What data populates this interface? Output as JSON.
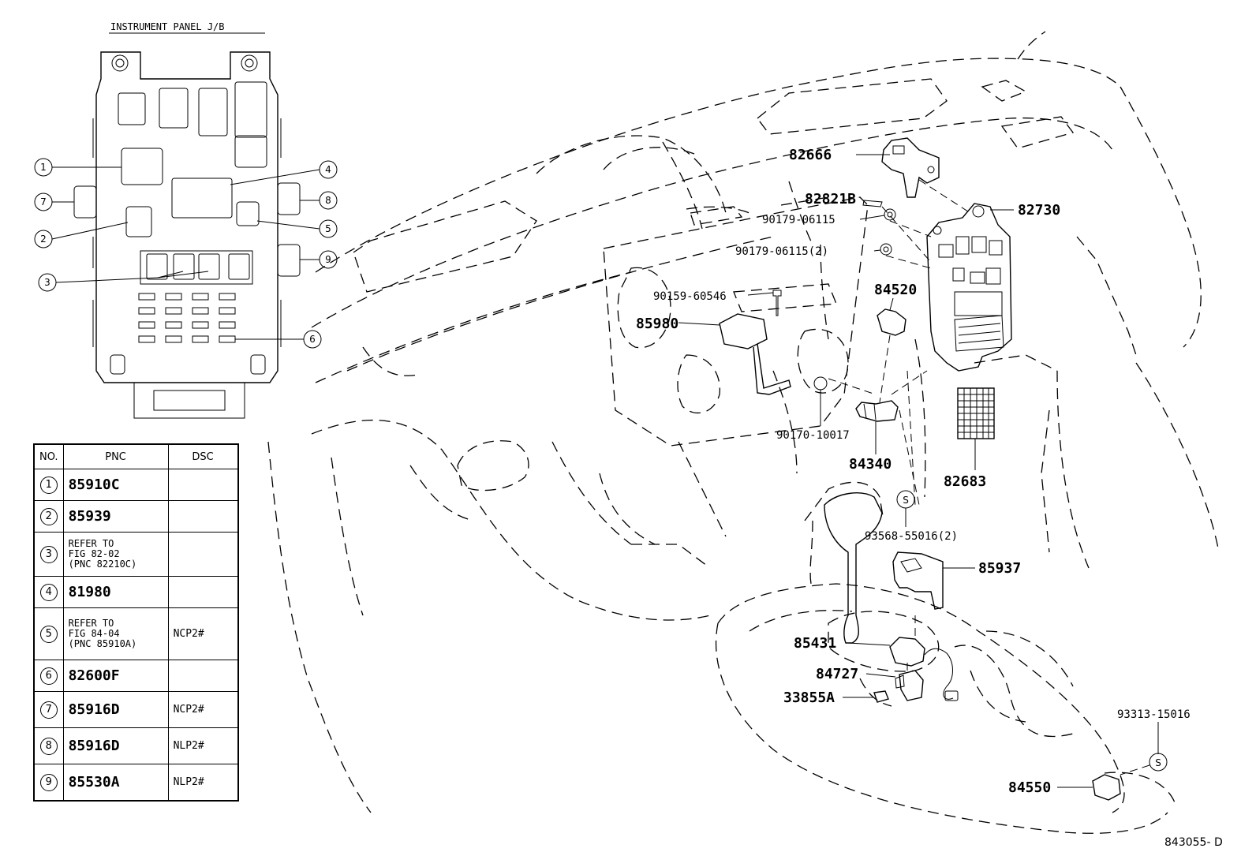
{
  "panel_title": "INSTRUMENT PANEL J/B",
  "figure_id": "843055- D",
  "table": {
    "headers": [
      "NO.",
      "PNC",
      "DSC"
    ],
    "rows": [
      {
        "no": "1",
        "pnc": "85910C",
        "dsc": ""
      },
      {
        "no": "2",
        "pnc": "85939",
        "dsc": ""
      },
      {
        "no": "3",
        "pnc_lines": [
          "REFER TO",
          "FIG 82-02",
          "(PNC 82210C)"
        ],
        "dsc": ""
      },
      {
        "no": "4",
        "pnc": "81980",
        "dsc": ""
      },
      {
        "no": "5",
        "pnc_lines": [
          "REFER TO",
          "FIG 84-04",
          "(PNC 85910A)"
        ],
        "dsc": "NCP2#"
      },
      {
        "no": "6",
        "pnc": "82600F",
        "dsc": ""
      },
      {
        "no": "7",
        "pnc": "85916D",
        "dsc": "NCP2#"
      },
      {
        "no": "8",
        "pnc": "85916D",
        "dsc": "NLP2#"
      },
      {
        "no": "9",
        "pnc": "85530A",
        "dsc": "NLP2#"
      }
    ]
  },
  "callouts": [
    "1",
    "7",
    "2",
    "3",
    "4",
    "8",
    "5",
    "9",
    "6"
  ],
  "part_labels": {
    "p82666": "82666",
    "p82730": "82730",
    "p90179a": "90179-06115",
    "p90179b": "90179-06115(2)",
    "p82821b": "82821B",
    "p84520": "84520",
    "p90159": "90159-60546",
    "p85980": "85980",
    "p90170": "90170-10017",
    "p84340": "84340",
    "p82683": "82683",
    "p93568": "93568-55016(2)",
    "p85937": "85937",
    "p85431": "85431",
    "p84727": "84727",
    "p33855a": "33855A",
    "p93313": "93313-15016",
    "p84550": "84550"
  },
  "screw_symbol": "S"
}
